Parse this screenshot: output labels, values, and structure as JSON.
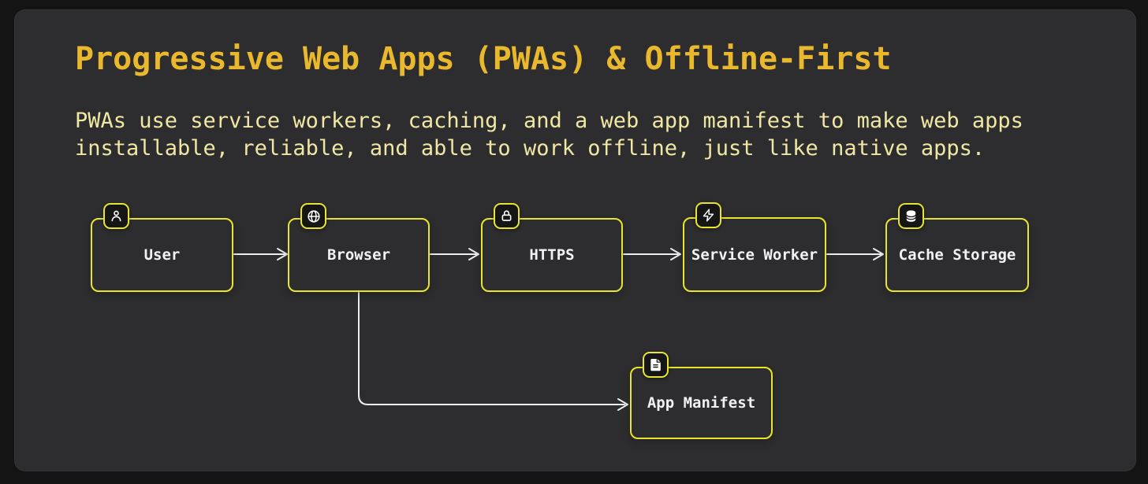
{
  "panel": {
    "title": "Progressive Web Apps (PWAs) & Offline-First",
    "description": "PWAs use service workers, caching, and a web app manifest to make web apps\ninstallable, reliable, and able to work offline, just like native apps."
  },
  "colors": {
    "background": "#141414",
    "panel": "#2d2d2f",
    "title_text": "#e9b82c",
    "description_text": "#efe7a3",
    "node_border": "#e8e52c",
    "node_text": "#f2f2f2",
    "arrow": "#ededed",
    "badge_background": "#161616",
    "icon": "#ffffff"
  },
  "diagram": {
    "nodes": [
      {
        "id": "user",
        "label": "User",
        "icon": "user-icon"
      },
      {
        "id": "browser",
        "label": "Browser",
        "icon": "globe-icon"
      },
      {
        "id": "https",
        "label": "HTTPS",
        "icon": "lock-icon"
      },
      {
        "id": "service-worker",
        "label": "Service Worker",
        "icon": "zap-icon"
      },
      {
        "id": "cache-storage",
        "label": "Cache Storage",
        "icon": "database-icon"
      },
      {
        "id": "app-manifest",
        "label": "App Manifest",
        "icon": "file-text-icon"
      }
    ],
    "edges": [
      {
        "from": "user",
        "to": "browser"
      },
      {
        "from": "browser",
        "to": "https"
      },
      {
        "from": "https",
        "to": "service-worker"
      },
      {
        "from": "service-worker",
        "to": "cache-storage"
      },
      {
        "from": "browser",
        "to": "app-manifest"
      }
    ]
  }
}
